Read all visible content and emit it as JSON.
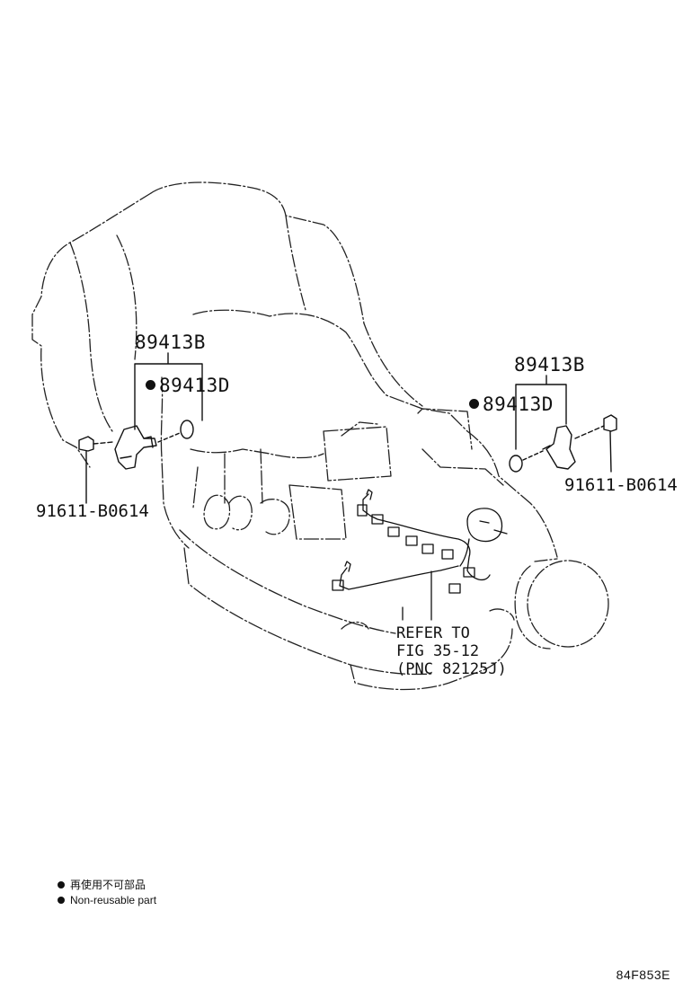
{
  "labels": {
    "part_left_sensor": "89413B",
    "part_left_oring": "89413D",
    "part_left_bolt": "91611-B0614",
    "part_right_sensor": "89413B",
    "part_right_oring": "89413D",
    "part_right_bolt": "91611-B0614"
  },
  "reference_note": {
    "line1": "REFER TO",
    "line2": "FIG 35-12",
    "line3": "(PNC 82125J)"
  },
  "legend": {
    "japanese": "再使用不可部品",
    "english": "Non-reusable part"
  },
  "figure_code": "84F853E"
}
